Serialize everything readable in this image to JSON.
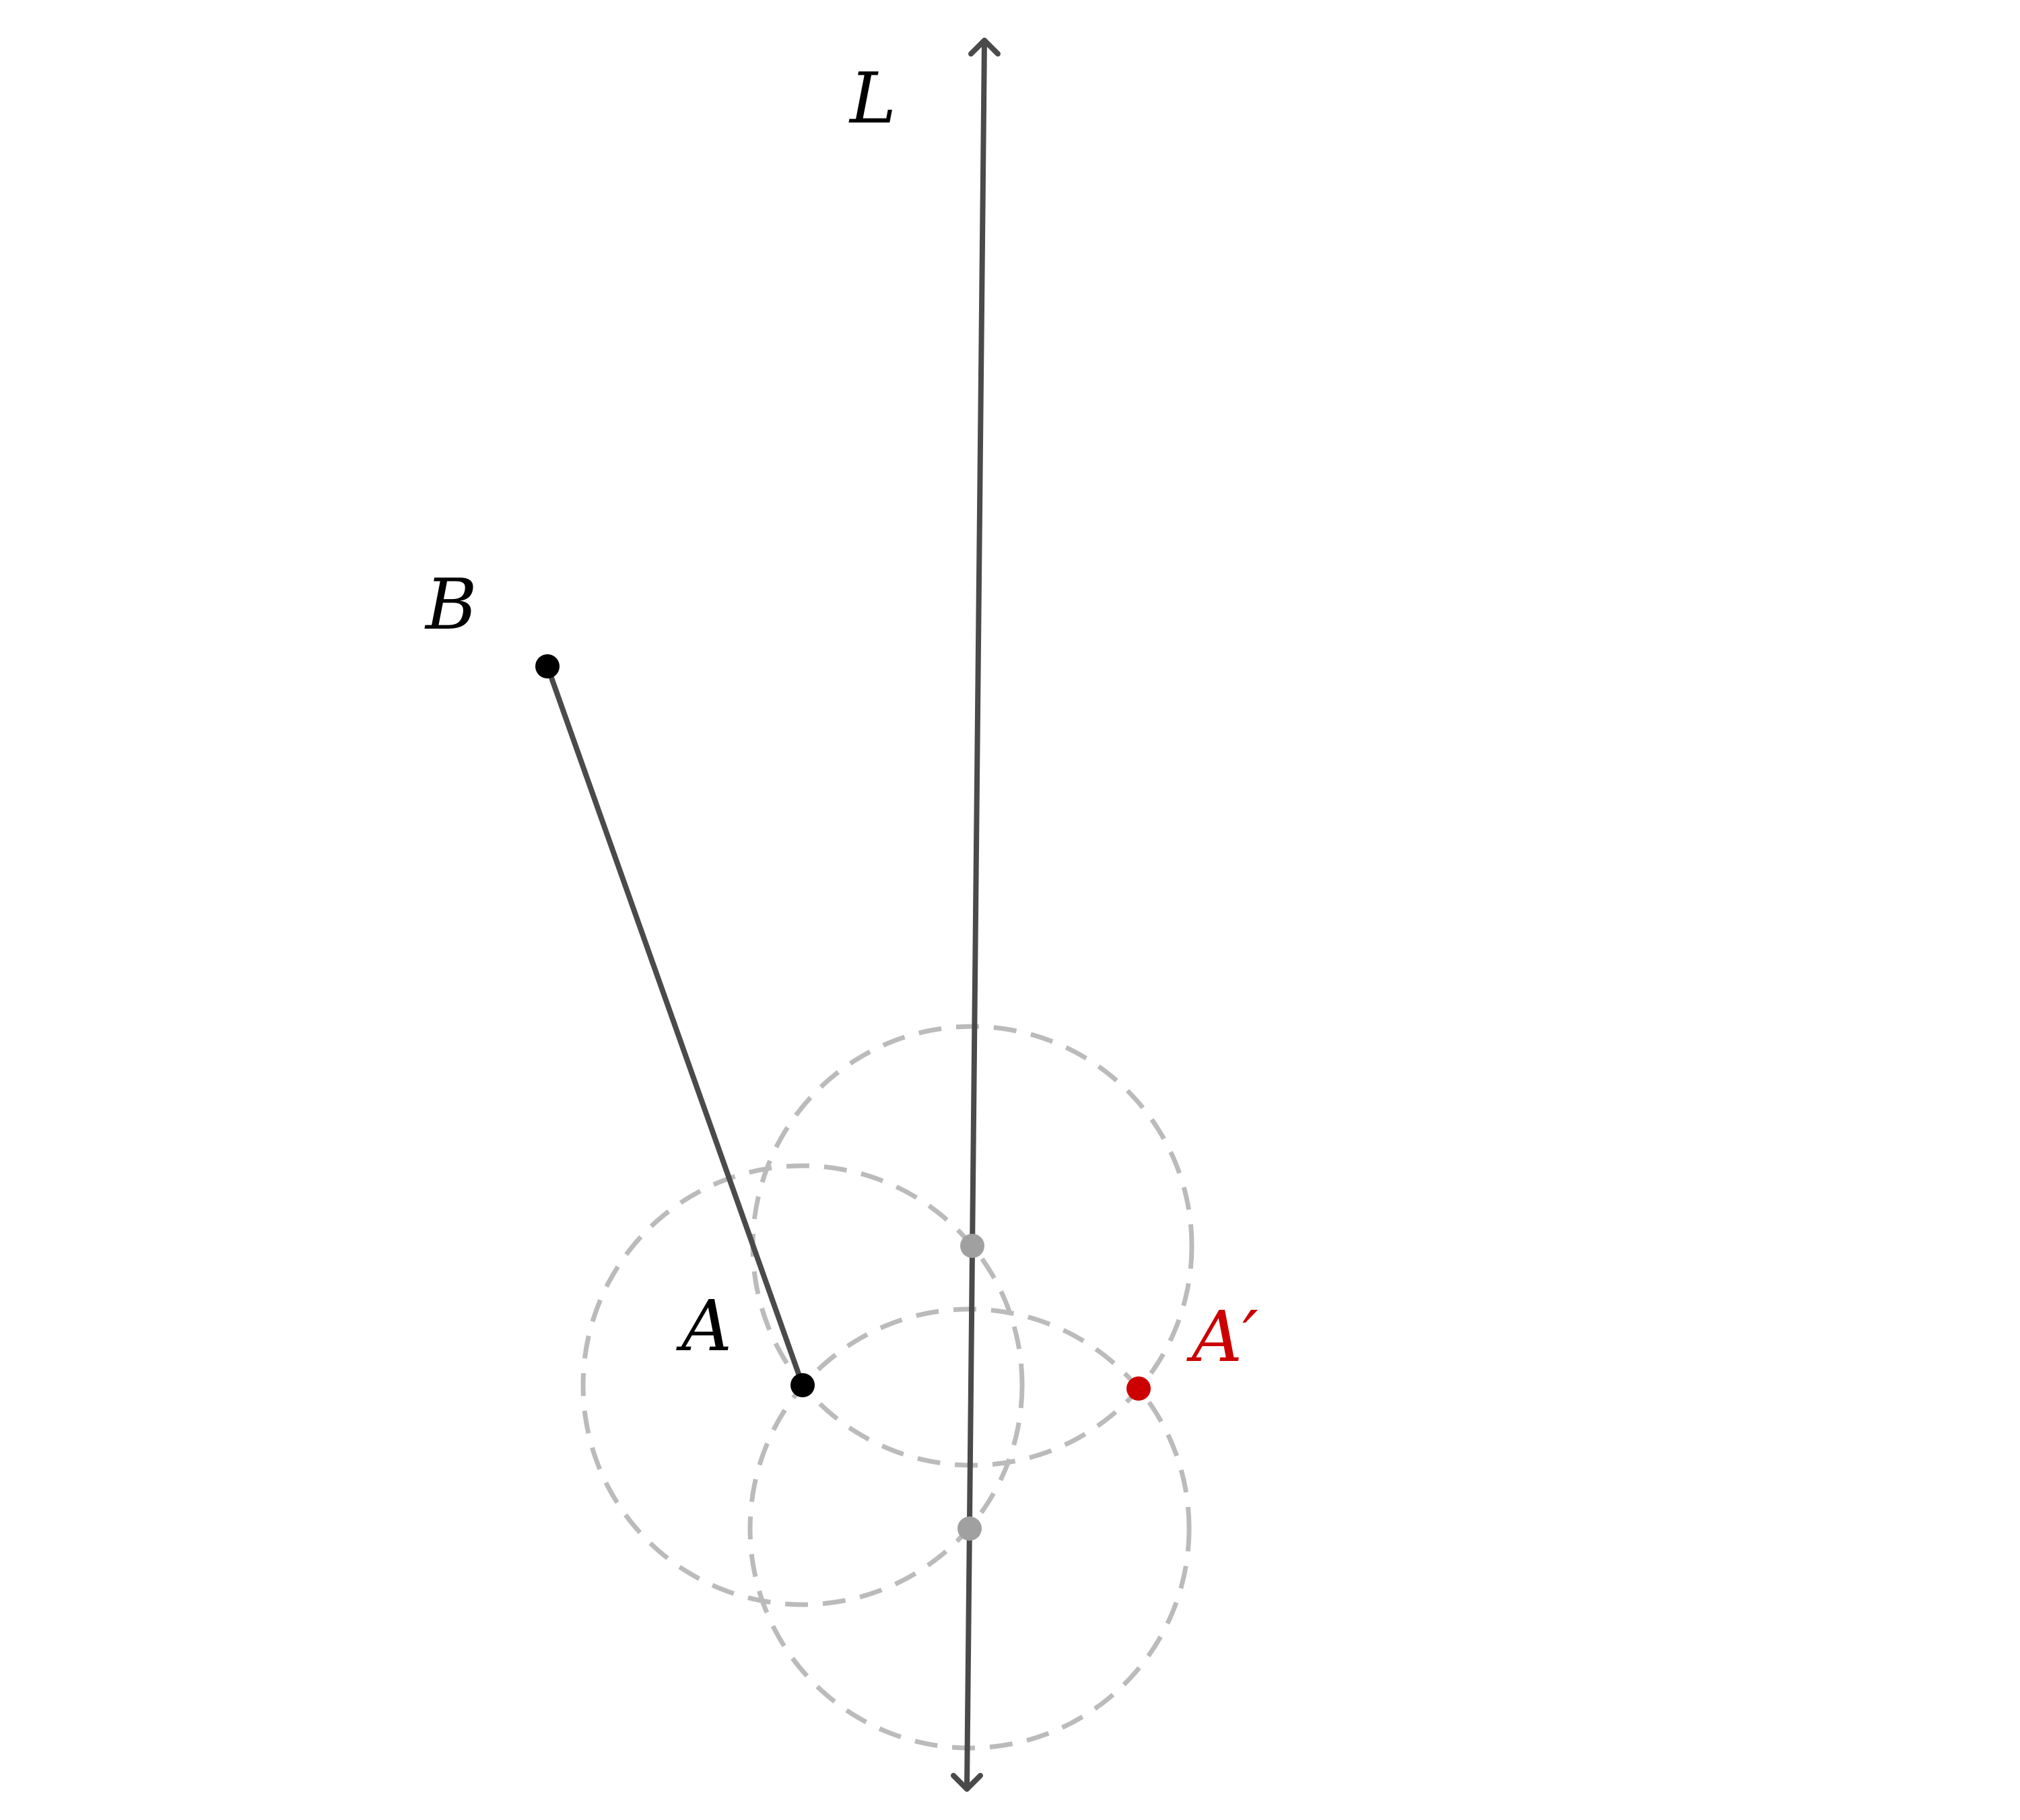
{
  "labels": {
    "line": "L",
    "point_b": "B",
    "point_a": "A",
    "point_a_prime": "A′"
  },
  "colors": {
    "line": "#4a4a4a",
    "point": "#000000",
    "construction": "#bbbbbb",
    "construction_point": "#a0a0a0",
    "reflected": "#cc0000"
  }
}
